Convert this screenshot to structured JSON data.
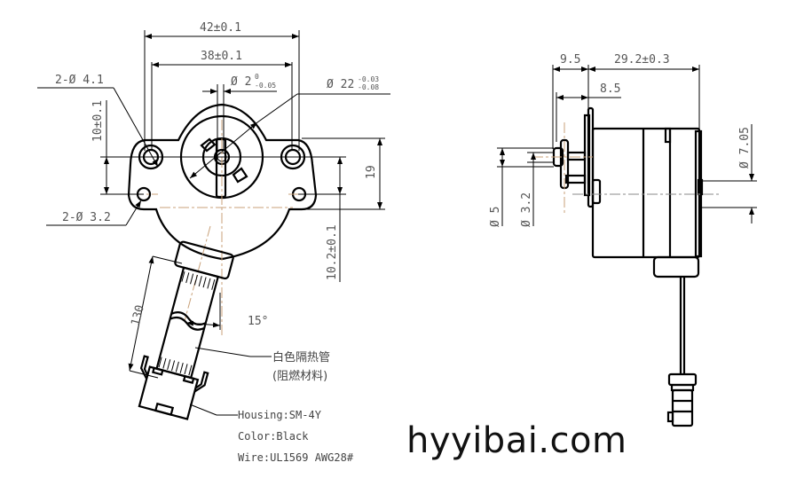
{
  "front_view": {
    "dims": {
      "width_overall": "42±0.1",
      "hole_spacing": "38±0.1",
      "shaft_dia": "Ø 2",
      "shaft_tol_upper": "0",
      "shaft_tol_lower": "-0.05",
      "boss_dia": "Ø 22",
      "boss_tol_upper": "-0.03",
      "boss_tol_lower": "-0.08",
      "mount_holes": "2-Ø 4.1",
      "small_holes": "2-Ø 3.2",
      "vertical_offset": "10±0.1",
      "flange_height": "19",
      "center_offset": "10.2±0.1",
      "lead_length": "130",
      "lead_angle": "15°"
    },
    "notes": {
      "sleeve_line1": "白色隔热管",
      "sleeve_line2": "(阻燃材料)",
      "housing": "Housing:SM-4Y",
      "color": "Color:Black",
      "wire": "Wire:UL1569 AWG28#"
    }
  },
  "side_view": {
    "dims": {
      "shaft_length": "9.5",
      "body_length": "29.2±0.3",
      "shaft_exposed": "8.5",
      "pinion_dia": "Ø 5",
      "shaft_dia": "Ø 3.2",
      "rear_boss_dia": "Ø 7.05"
    }
  },
  "watermark": "hyyibai.com"
}
